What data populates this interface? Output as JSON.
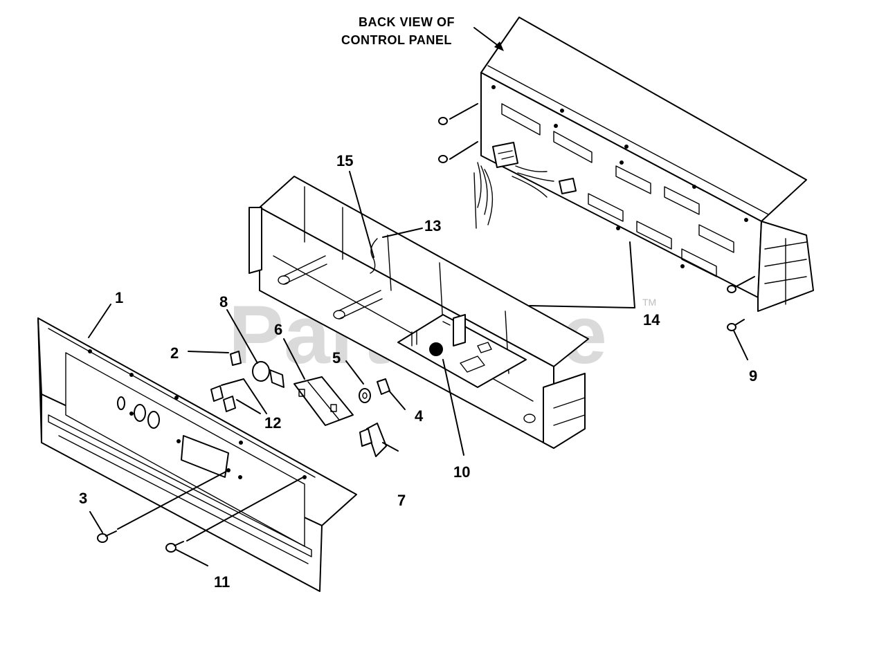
{
  "diagram": {
    "title_lines": [
      "BACK VIEW OF",
      "CONTROL PANEL"
    ],
    "watermark": "PartsTree",
    "trademark": "TM",
    "callouts": [
      "1",
      "2",
      "3",
      "4",
      "5",
      "6",
      "7",
      "8",
      "9",
      "10",
      "11",
      "12",
      "13",
      "14",
      "15"
    ]
  }
}
